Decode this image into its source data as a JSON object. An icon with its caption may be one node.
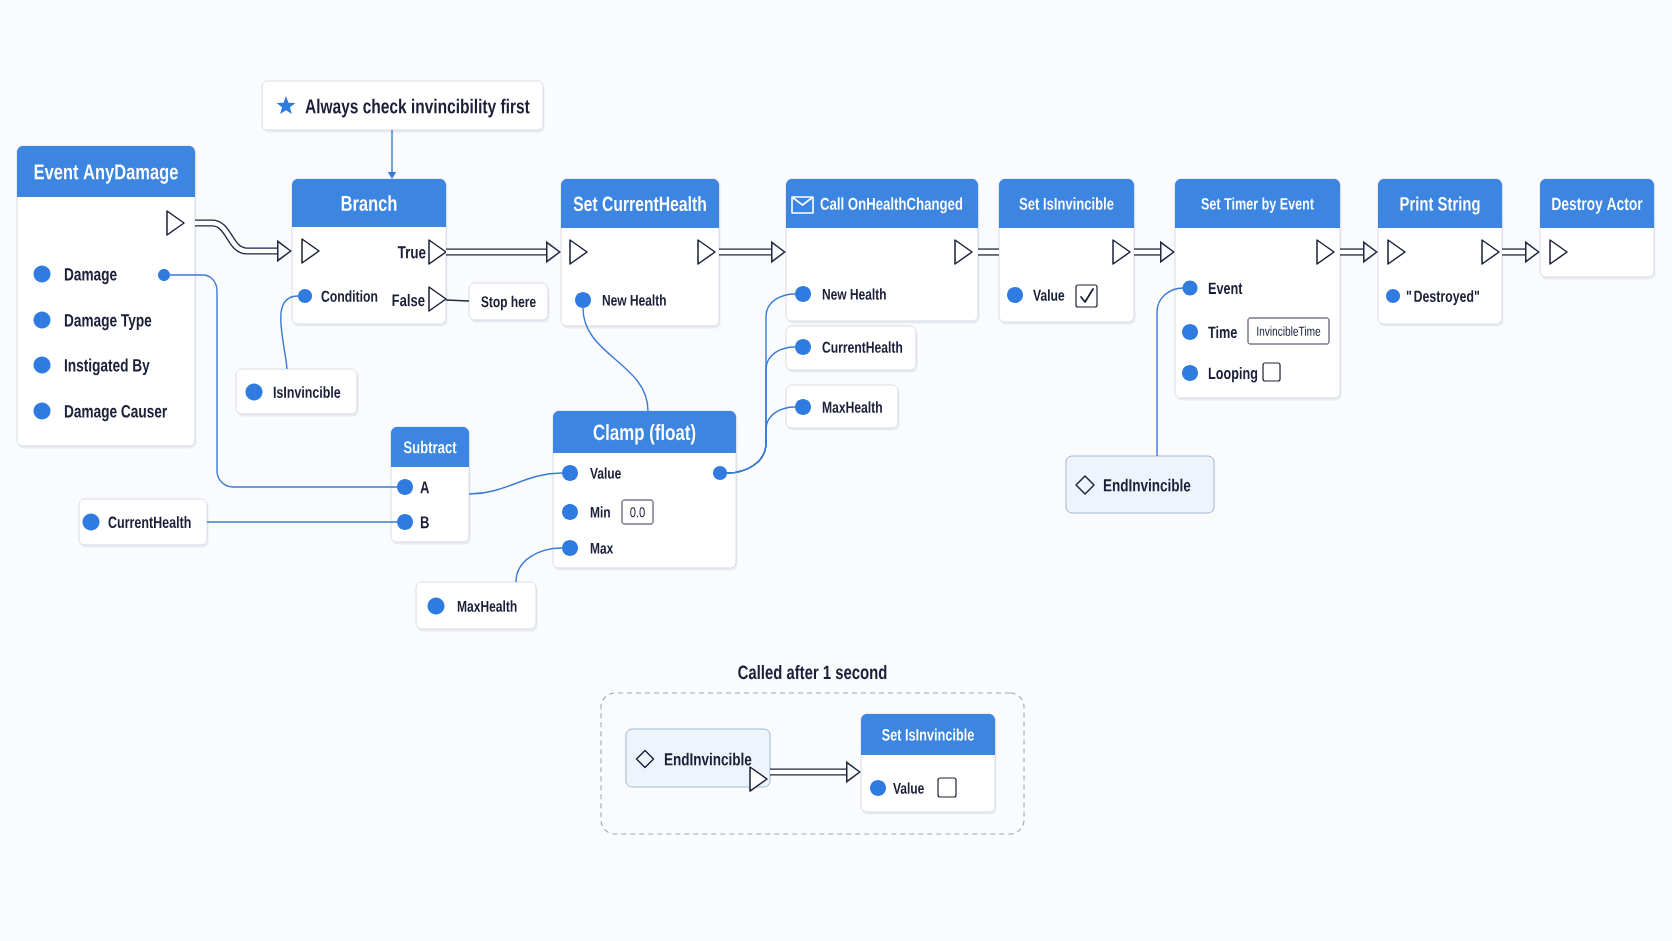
{
  "diagram": {
    "nodes": [
      {
        "text": [
          "Always check invincibility first"
        ]
      },
      {
        "text": [
          "Event AnyDamage",
          "Damage",
          "Damage Type",
          "Instigated By",
          "Damage Causer"
        ]
      },
      {
        "text": [
          "Branch",
          "True",
          "Condition",
          "False"
        ]
      },
      {
        "text": [
          "Stop here"
        ]
      },
      {
        "text": [
          "IsInvincible"
        ]
      },
      {
        "text": [
          "Set CurrentHealth",
          "New Health"
        ]
      },
      {
        "text": [
          "Call OnHealthChanged",
          "New Health"
        ]
      },
      {
        "text": [
          "CurrentHealth"
        ]
      },
      {
        "text": [
          "MaxHealth"
        ]
      },
      {
        "text": [
          "Set IsInvincible",
          "Value"
        ]
      },
      {
        "text": [
          "Set Timer by Event",
          "Event",
          "Time",
          "InvincibleTime",
          "Looping"
        ]
      },
      {
        "text": [
          "Print String",
          "\"Destroyed\""
        ]
      },
      {
        "text": [
          "Destroy Actor"
        ]
      },
      {
        "text": [
          "Subtract",
          "A",
          "B"
        ]
      },
      {
        "text": [
          "Clamp (float)",
          "Value",
          "Min",
          "0.0",
          "Max"
        ]
      },
      {
        "text": [
          "CurrentHealth"
        ]
      },
      {
        "text": [
          "MaxHealth"
        ]
      },
      {
        "text": [
          "EndInvincible"
        ]
      },
      {
        "text": [
          "Called after 1 second"
        ]
      },
      {
        "text": [
          "EndInvincible"
        ],
        "in": 18
      },
      {
        "text": [
          "Set IsInvincible",
          "Value"
        ],
        "in": 18
      }
    ],
    "edges": [
      {
        "from": 0,
        "to": 2,
        "arrow": "to"
      },
      {
        "from": 1,
        "to": 2,
        "arrow": "to",
        "style": "thick",
        "color": "#23273f"
      },
      {
        "from": 4,
        "to": 2,
        "arrow": "none"
      },
      {
        "from": 2,
        "to": 5,
        "arrow": "to",
        "style": "thick",
        "color": "#23273f"
      },
      {
        "from": 2,
        "to": 3,
        "arrow": "none",
        "color": "#23273f"
      },
      {
        "from": 1,
        "to": 13,
        "arrow": "none"
      },
      {
        "from": 15,
        "to": 13,
        "arrow": "none"
      },
      {
        "from": 13,
        "to": 14,
        "arrow": "none"
      },
      {
        "from": 16,
        "to": 14,
        "arrow": "none"
      },
      {
        "from": 14,
        "to": 5,
        "arrow": "none"
      },
      {
        "from": 5,
        "to": 6,
        "arrow": "to",
        "style": "thick",
        "color": "#23273f"
      },
      {
        "from": 14,
        "to": 6,
        "arrow": "none"
      },
      {
        "from": 14,
        "to": 7,
        "arrow": "none"
      },
      {
        "from": 14,
        "to": 8,
        "arrow": "none"
      },
      {
        "from": 6,
        "to": 9,
        "arrow": "none",
        "style": "thick",
        "color": "#23273f"
      },
      {
        "from": 9,
        "to": 10,
        "arrow": "to",
        "style": "thick",
        "color": "#23273f"
      },
      {
        "from": 17,
        "to": 10,
        "arrow": "none"
      },
      {
        "from": 10,
        "to": 11,
        "arrow": "to",
        "style": "thick",
        "color": "#23273f"
      },
      {
        "from": 11,
        "to": 12,
        "arrow": "to",
        "style": "thick",
        "color": "#23273f"
      },
      {
        "from": 19,
        "to": 20,
        "arrow": "to",
        "style": "thick",
        "color": "#23273f"
      }
    ]
  }
}
